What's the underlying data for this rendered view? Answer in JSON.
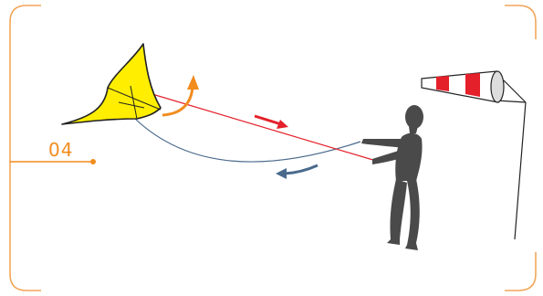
{
  "step": {
    "number": "04"
  },
  "colors": {
    "frame": "#f2a65a",
    "accent_orange": "#f28c1e",
    "kite_fill": "#ffee00",
    "kite_outline": "#222222",
    "red_line": "#e4202a",
    "blue_line": "#4a6a8c",
    "figure": "#4a4a4a",
    "windsock_red": "#e4202a",
    "windsock_white": "#ffffff"
  },
  "icons": {
    "kite": "delta-kite",
    "person": "kite-pilot-figure",
    "windsock": "windsock",
    "red_arrow": "arrow-right",
    "blue_arrow": "arrow-left",
    "orange_arrow": "curved-arrow-up"
  }
}
